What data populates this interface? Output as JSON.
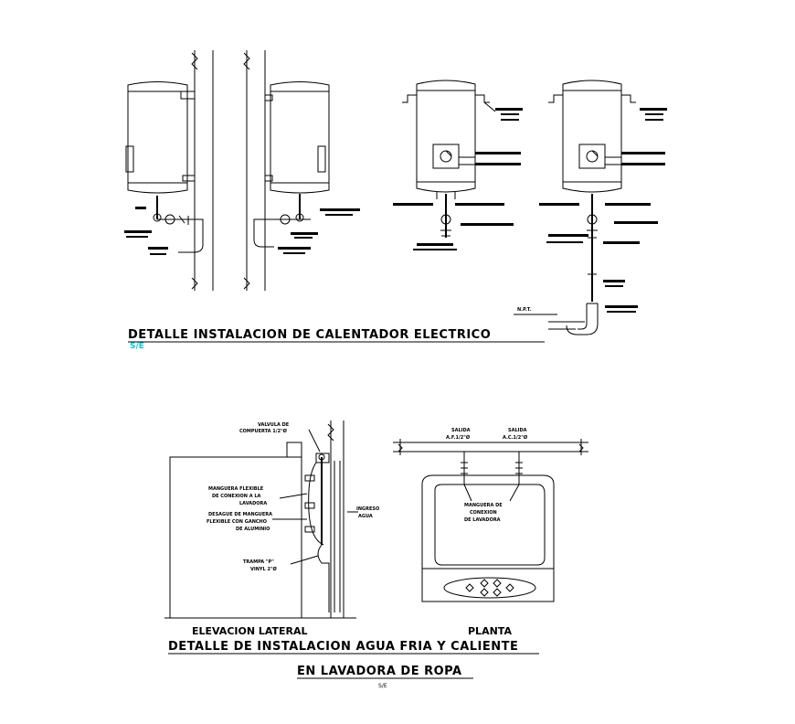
{
  "heater_section": {
    "title": "DETALLE INSTALACION DE CALENTADOR ELECTRICO",
    "scale": "S/E",
    "npt_label": "N.P.T."
  },
  "washer_section": {
    "title_line1": "DETALLE DE INSTALACION AGUA FRIA Y CALIENTE",
    "title_line2": "EN LAVADORA DE ROPA",
    "scale": "S/E",
    "elevation_label": "ELEVACION LATERAL",
    "plan_label": "PLANTA",
    "elevation_notes": {
      "valve_line1": "VALVULA DE",
      "valve_line2": "COMPUERTA 1/2\"Ø",
      "hose_line1": "MANGUERA FLEXIBLE",
      "hose_line2": "DE CONEXION A LA",
      "hose_line3": "LAVADORA",
      "drain_line1": "DESAGUE DE MANGUERA",
      "drain_line2": "FLEXIBLE CON GANCHO",
      "drain_line3": "DE ALUMINIO",
      "trap_line1": "TRAMPA \"P\"",
      "trap_line2": "VINYL 2\"Ø",
      "inlet_line1": "INGRESO",
      "inlet_line2": "AGUA"
    },
    "plan_notes": {
      "outlet_cold_line1": "SALIDA",
      "outlet_cold_line2": "A.F.1/2\"Ø",
      "outlet_hot_line1": "SALIDA",
      "outlet_hot_line2": "A.C.1/2\"Ø",
      "hose_line1": "MANGUERA DE",
      "hose_line2": "CONEXION",
      "hose_line3": "DE LAVADORA"
    }
  }
}
